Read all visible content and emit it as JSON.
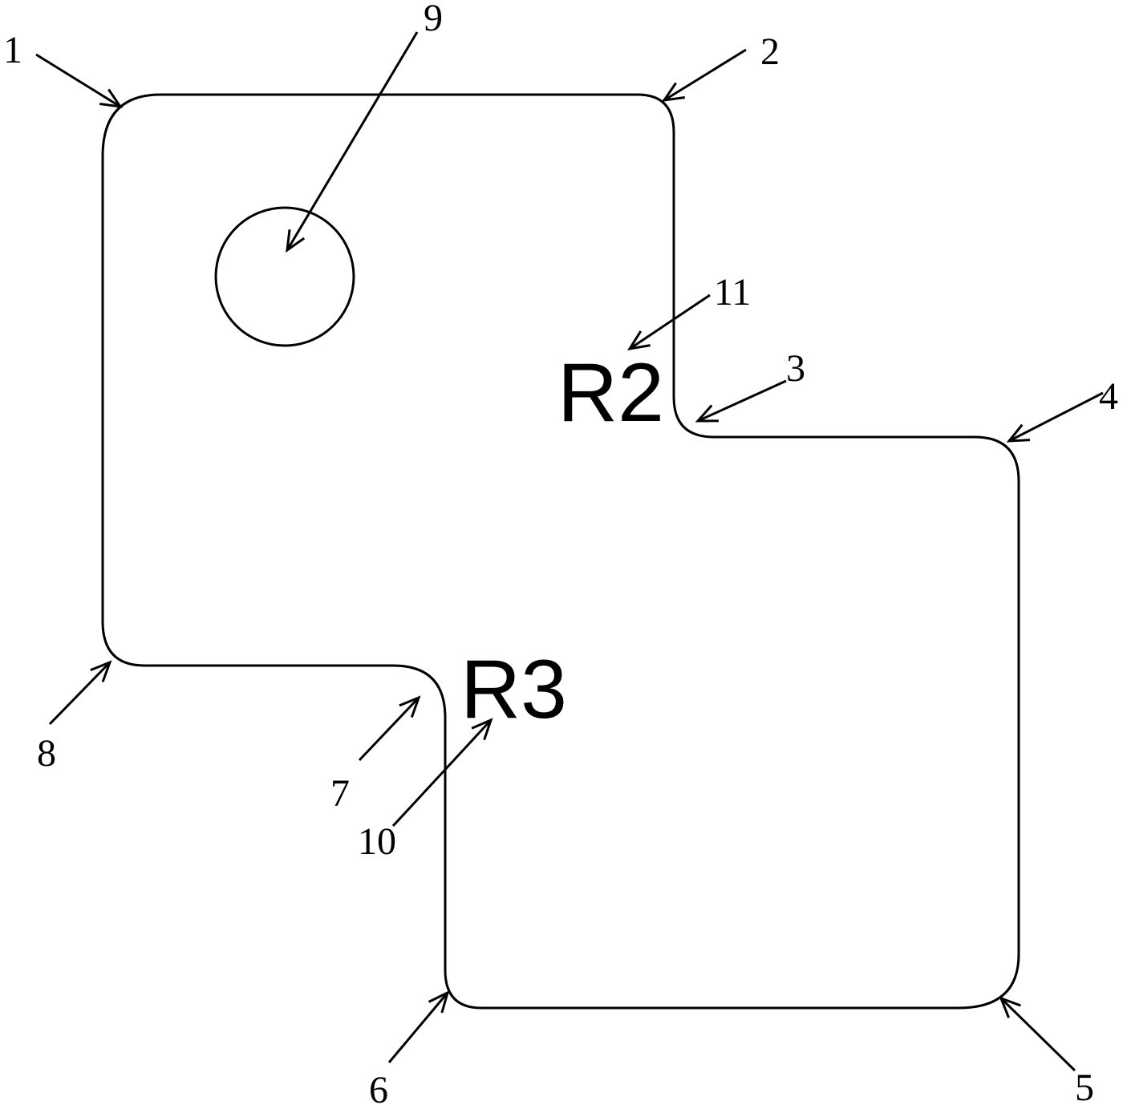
{
  "labels": {
    "l1": "1",
    "l2": "2",
    "l3": "3",
    "l4": "4",
    "l5": "5",
    "l6": "6",
    "l7": "7",
    "l8": "8",
    "l9": "9",
    "l10": "10",
    "l11": "11"
  },
  "radius_labels": {
    "r2": "R2",
    "r3": "R3"
  }
}
